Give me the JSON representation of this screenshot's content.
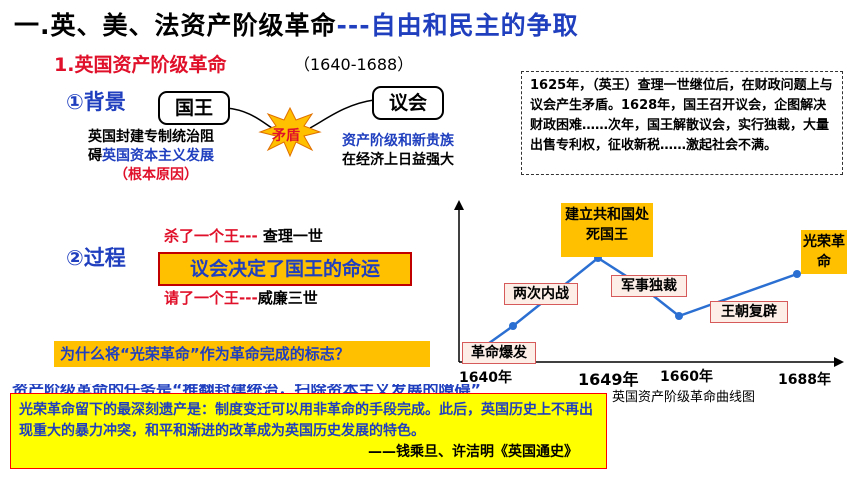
{
  "title": {
    "part1": "一.英、美、法资产阶级革命",
    "part2": "---自由和民主的争取"
  },
  "subtitle": "1.英国资产阶级革命",
  "years": "（1640-1688）",
  "background": {
    "label": "①背景",
    "king": "国王",
    "parliament": "议会",
    "conflict": "矛盾",
    "left_line1": "英国封建专制统治阻",
    "left_line2_a": "碍",
    "left_line2_b": "英国资本主义发展",
    "root_cause": "（根本原因）",
    "right_line1": "资产阶级和新贵族",
    "right_line2": "在经济上日益强大"
  },
  "quote": "1625年，（英王）查理一世继位后，在财政问题上与议会产生矛盾。1628年，国王召开议会，企图解决财政困难……次年，国王解散议会，实行独裁，大量出售专利权，征收新税……激起社会不满。",
  "process": {
    "label": "②过程",
    "kill_a": "杀了一个王---",
    "kill_b": "查理一世",
    "decide": "议会决定了国王的命运",
    "invite_a": "请了一个王---",
    "invite_b": "威廉三世"
  },
  "why": "为什么将“光荣革命”作为革命完成的标志？",
  "hidden_line": "资产阶级革命的任务是“推翻封建统治，扫除资本主义发展的障碍”",
  "bottom": {
    "text": "光荣革命留下的最深刻遗产是：制度变迁可以用非革命的手段完成。此后，英国历史上不再出现重大的暴力冲突，和平和渐进的改革成为英国历史发展的特色。",
    "source": "——钱乘旦、许洁明《英国通史》"
  },
  "colors": {
    "blue": "#1f3fbf",
    "red": "#e0102a",
    "gold": "#ffc000",
    "yellow": "#ffff00",
    "line": "#2a6fd1"
  },
  "chart_data": {
    "type": "line",
    "title": "英国资产阶级革命曲线图",
    "x_ticks": [
      "1640年",
      "1649年",
      "1660年",
      "1688年"
    ],
    "points": [
      {
        "label": "革命爆发"
      },
      {
        "label": "两次内战"
      },
      {
        "label": "建立共和国处死国王"
      },
      {
        "label": "军事独裁"
      },
      {
        "label": "王朝复辟"
      },
      {
        "label": "光荣革命"
      }
    ],
    "grid": false,
    "legend": "none"
  }
}
